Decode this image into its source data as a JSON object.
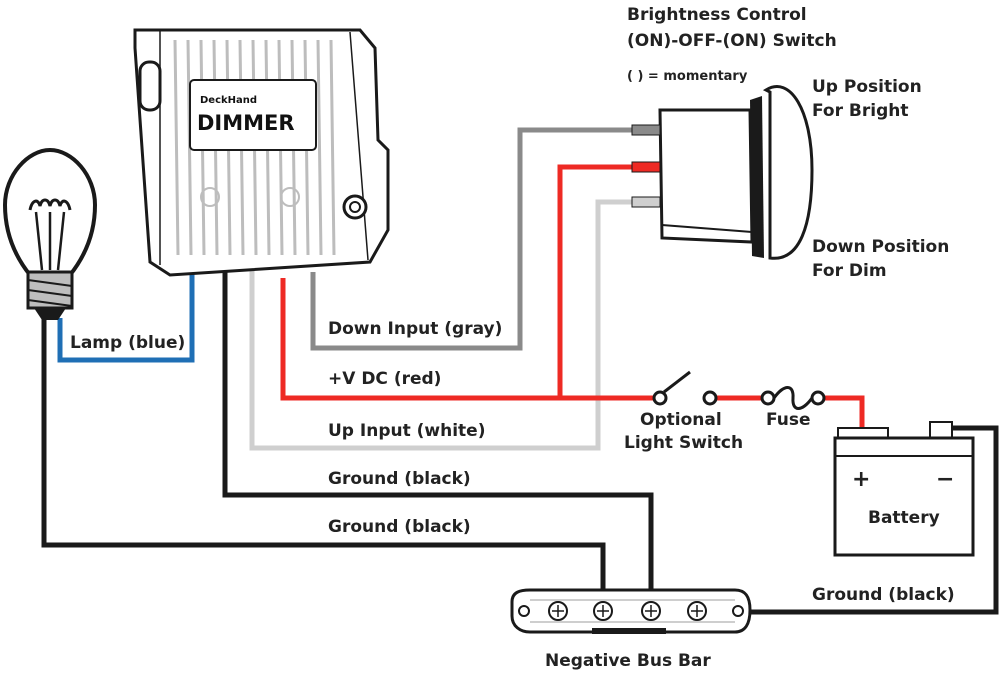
{
  "device": {
    "brand": "DeckHand",
    "model": "DIMMER"
  },
  "switch": {
    "title_line1": "Brightness Control",
    "title_line2": "(ON)-OFF-(ON) Switch",
    "note": "( ) = momentary",
    "up_line1": "Up Position",
    "up_line2": "For Bright",
    "down_line1": "Down Position",
    "down_line2": "For Dim"
  },
  "wires": {
    "lamp": "Lamp (blue)",
    "down_input": "Down Input (gray)",
    "vdc": "+V DC (red)",
    "up_input": "Up Input (white)",
    "ground1": "Ground (black)",
    "ground2": "Ground (black)",
    "ground3": "Ground (black)"
  },
  "components": {
    "light_switch_line1": "Optional",
    "light_switch_line2": "Light Switch",
    "fuse": "Fuse",
    "battery": "Battery",
    "battery_plus": "+",
    "battery_minus": "−",
    "bus_bar": "Negative Bus Bar"
  },
  "colors": {
    "blue": "#1f6fb5",
    "gray": "#8a8a8a",
    "red": "#ee2a24",
    "white": "#cfcfcf",
    "black": "#1a1a1a"
  }
}
